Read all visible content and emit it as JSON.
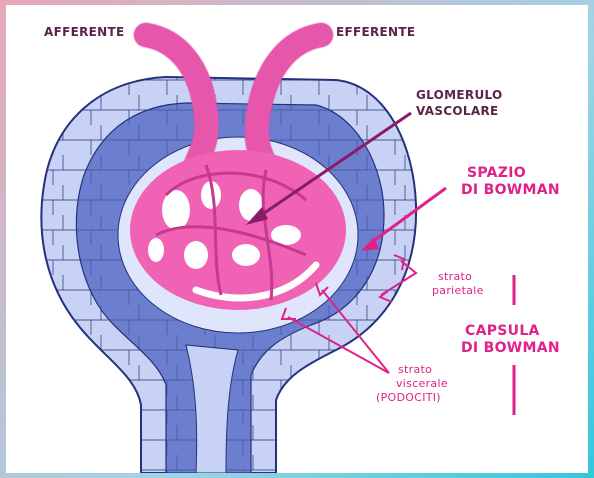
{
  "labels": {
    "afferente": "AFFERENTE",
    "efferente": "EFFERENTE",
    "glomerulo_line1": "GLOMERULO",
    "glomerulo_line2": "VASCOLARE",
    "spazio_line1": "SPAZIO",
    "spazio_line2": "DI BOWMAN",
    "parietale_line1": "strato",
    "parietale_line2": "parietale",
    "capsula_line1": "CAPSULA",
    "capsula_line2": "DI BOWMAN",
    "viscerale_line1": "strato",
    "viscerale_line2": "viscerale",
    "viscerale_line3": "(PODOCITI)"
  },
  "colors": {
    "vessel": "#f062b4",
    "capsule_light": "#c7d2f4",
    "capsule_dark": "#6c7fcf",
    "outline": "#26307c",
    "label_dark": "#5a2448",
    "label_pink": "#e0218a",
    "arrow_dark": "#8a1b6a"
  }
}
